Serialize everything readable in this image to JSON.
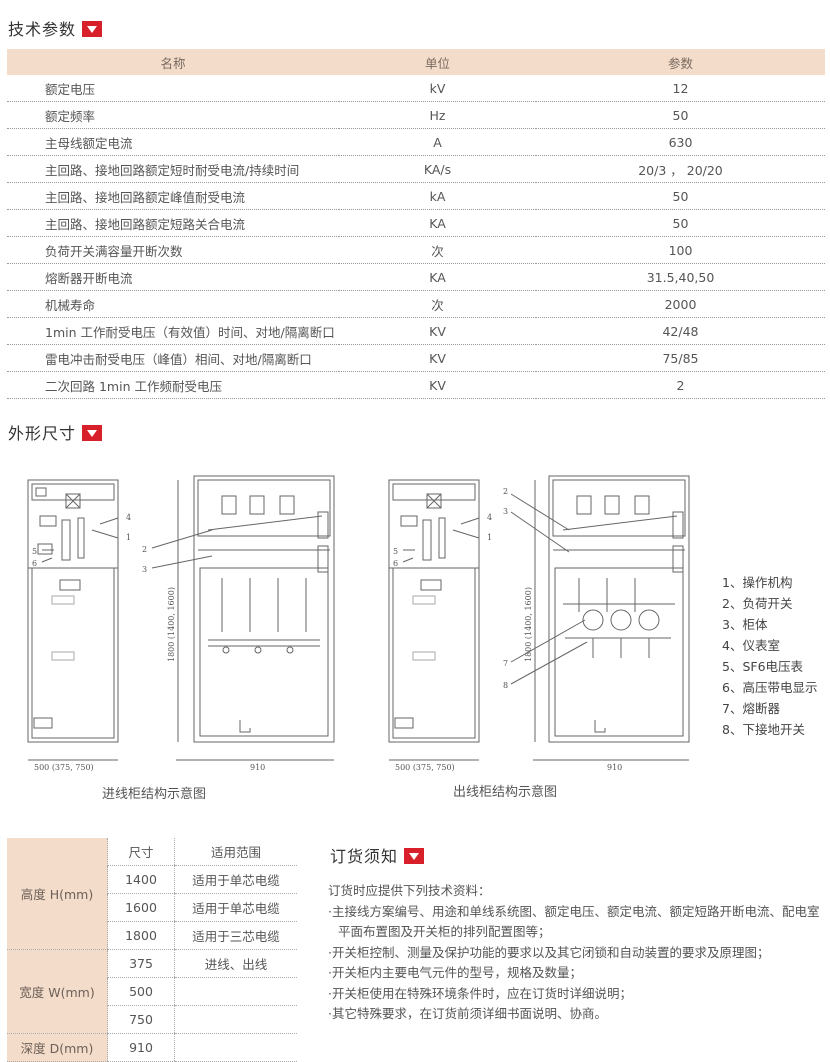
{
  "section1": {
    "title": "技术参数"
  },
  "spec_table": {
    "headers": [
      "名称",
      "单位",
      "参数"
    ],
    "rows": [
      [
        "额定电压",
        "kV",
        "12"
      ],
      [
        "额定频率",
        "Hz",
        "50"
      ],
      [
        "主母线额定电流",
        "A",
        "630"
      ],
      [
        "主回路、接地回路额定短时耐受电流/持续时间",
        "KA/s",
        "20/3 ， 20/20"
      ],
      [
        "主回路、接地回路额定峰值耐受电流",
        "kA",
        "50"
      ],
      [
        "主回路、接地回路额定短路关合电流",
        "KA",
        "50"
      ],
      [
        "负荷开关满容量开断次数",
        "次",
        "100"
      ],
      [
        "熔断器开断电流",
        "KA",
        "31.5,40,50"
      ],
      [
        "机械寿命",
        "次",
        "2000"
      ],
      [
        "1min 工作耐受电压（有效值）时间、对地/隔离断口",
        "KV",
        "42/48"
      ],
      [
        "雷电冲击耐受电压（峰值）相间、对地/隔离断口",
        "KV",
        "75/85"
      ],
      [
        "二次回路 1min 工作频耐受电压",
        "KV",
        "2"
      ]
    ]
  },
  "section2": {
    "title": "外形尺寸"
  },
  "drawings": {
    "left_caption": "进线柜结构示意图",
    "right_caption": "出线柜结构示意图",
    "dim_width_small": "500 (375, 750)",
    "dim_width_large": "910",
    "dim_height": "1800 (1400, 1600)",
    "callouts": [
      "1",
      "2",
      "3",
      "4",
      "5",
      "6",
      "7",
      "8"
    ]
  },
  "legend": [
    "1、操作机构",
    "2、负荷开关",
    "3、柜体",
    "4、仪表室",
    "5、SF6电压表",
    "6、高压带电显示",
    "7、熔断器",
    "8、下接地开关"
  ],
  "dims_table": {
    "col_size": "尺寸",
    "col_range": "适用范围",
    "height_label": "高度 H(mm)",
    "width_label": "宽度  W(mm)",
    "depth_label": "深度  D(mm)",
    "heights": [
      {
        "size": "1400",
        "range": "适用于单芯电缆"
      },
      {
        "size": "1600",
        "range": "适用于单芯电缆"
      },
      {
        "size": "1800",
        "range": "适用于三芯电缆"
      }
    ],
    "widths": [
      "375",
      "500",
      "750"
    ],
    "width_range": "进线、出线",
    "depth": "910"
  },
  "order": {
    "title": "订货须知",
    "intro": "订货时应提供下列技术资料：",
    "items": [
      "·主接线方案编号、用途和单线系统图、额定电压、额定电流、额定短路开断电流、配电室平面布置图及开关柜的排列配置图等；",
      "·开关柜控制、测量及保护功能的要求以及其它闭锁和自动装置的要求及原理图；",
      "·开关柜内主要电气元件的型号，规格及数量；",
      "·开关柜使用在特殊环境条件时，应在订货时详细说明；",
      "·其它特殊要求，在订货前须详细书面说明、协商。"
    ]
  }
}
